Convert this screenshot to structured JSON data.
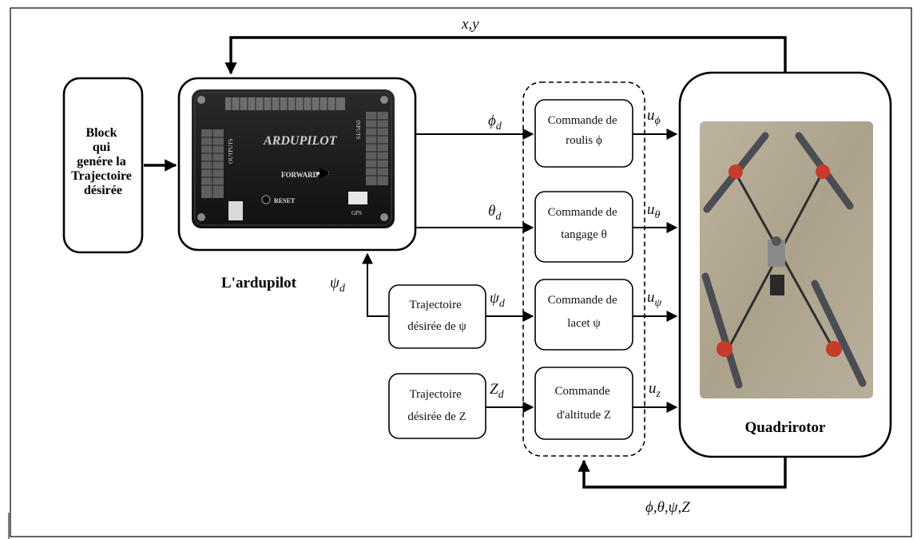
{
  "feedback_top": "x,y",
  "feedback_bottom": "ϕ,θ,ψ,Z",
  "trajectory_generator": {
    "lines": [
      "Block",
      "qui",
      "genére la",
      "Trajectoire",
      "désirée"
    ]
  },
  "ardupilot": {
    "caption": "L'ardupilot",
    "board_brand": "ARDUPILOT",
    "board_forward": "FORWARD",
    "board_reset": "RESET",
    "board_gps": "GPS",
    "board_outputs": "OUTPUTS",
    "board_inputs": "INPUTS"
  },
  "controllers": [
    {
      "line1": "Commande de",
      "line2": "roulis ϕ",
      "input": "ϕd",
      "output": "uϕ"
    },
    {
      "line1": "Commande de",
      "line2": "tangage θ",
      "input": "θd",
      "output": "uθ"
    },
    {
      "line1": "Commande de",
      "line2": "lacet ψ",
      "input": "ψd",
      "output": "uψ"
    },
    {
      "line1": "Commande",
      "line2": "d'altitude Z",
      "input": "Zd",
      "output": "uz"
    }
  ],
  "trajectory_psi": {
    "line1": "Trajectoire",
    "line2": "désirée de ψ"
  },
  "trajectory_z": {
    "line1": "Trajectoire",
    "line2": "désirée de Z"
  },
  "psi_to_ardupilot": "ψd",
  "quadrirotor": {
    "caption": "Quadrirotor"
  },
  "colors": {
    "board": "#1c1c1c",
    "photo_bg": "#b3a994",
    "arm": "#4a4d52",
    "rotor": "#c83a2a"
  }
}
